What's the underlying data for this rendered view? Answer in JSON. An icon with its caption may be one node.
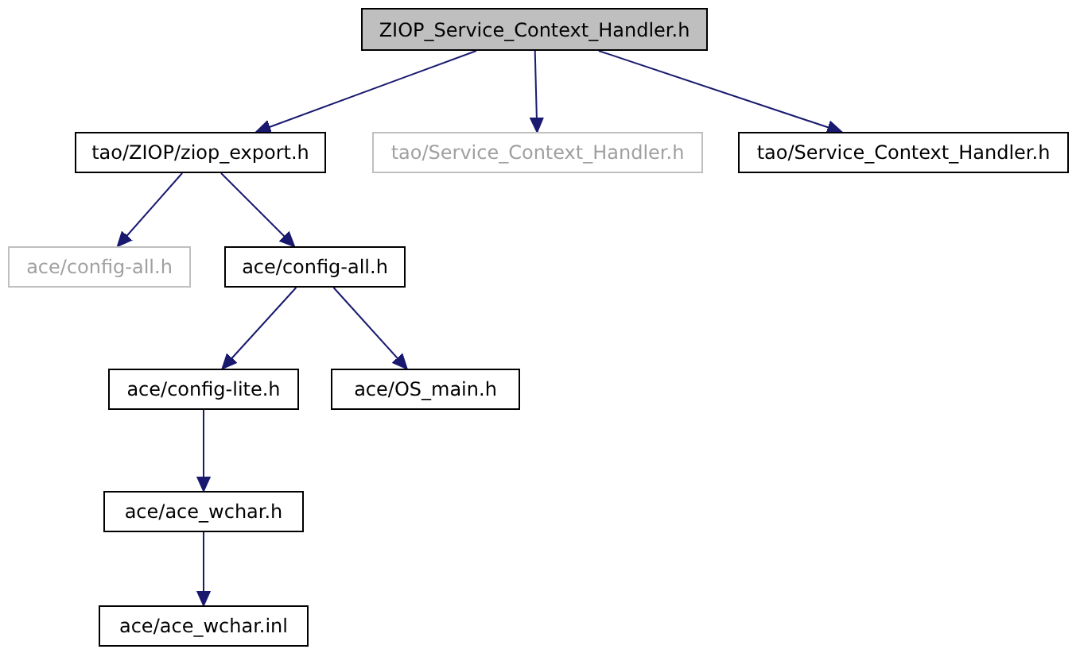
{
  "diagram": {
    "nodes": [
      {
        "text": [
          "ZIOP_Service_Context_Handler.h"
        ]
      },
      {
        "text": [
          "tao/ZIOP/ziop_export.h"
        ]
      },
      {
        "text": [
          "tao/Service_Context_Handler.h"
        ]
      },
      {
        "text": [
          "tao/Service_Context_Handler.h"
        ]
      },
      {
        "text": [
          "ace/config-all.h"
        ]
      },
      {
        "text": [
          "ace/config-all.h"
        ]
      },
      {
        "text": [
          "ace/config-lite.h"
        ]
      },
      {
        "text": [
          "ace/OS_main.h"
        ]
      },
      {
        "text": [
          "ace/ace_wchar.h"
        ]
      },
      {
        "text": [
          "ace/ace_wchar.inl"
        ]
      }
    ],
    "edges": [
      {
        "from": 0,
        "to": 1,
        "arrow": "to"
      },
      {
        "from": 0,
        "to": 2,
        "arrow": "to"
      },
      {
        "from": 0,
        "to": 3,
        "arrow": "to"
      },
      {
        "from": 1,
        "to": 4,
        "arrow": "to"
      },
      {
        "from": 1,
        "to": 5,
        "arrow": "to"
      },
      {
        "from": 5,
        "to": 6,
        "arrow": "to"
      },
      {
        "from": 5,
        "to": 7,
        "arrow": "to"
      },
      {
        "from": 6,
        "to": 8,
        "arrow": "to"
      },
      {
        "from": 8,
        "to": 9,
        "arrow": "to"
      }
    ]
  }
}
